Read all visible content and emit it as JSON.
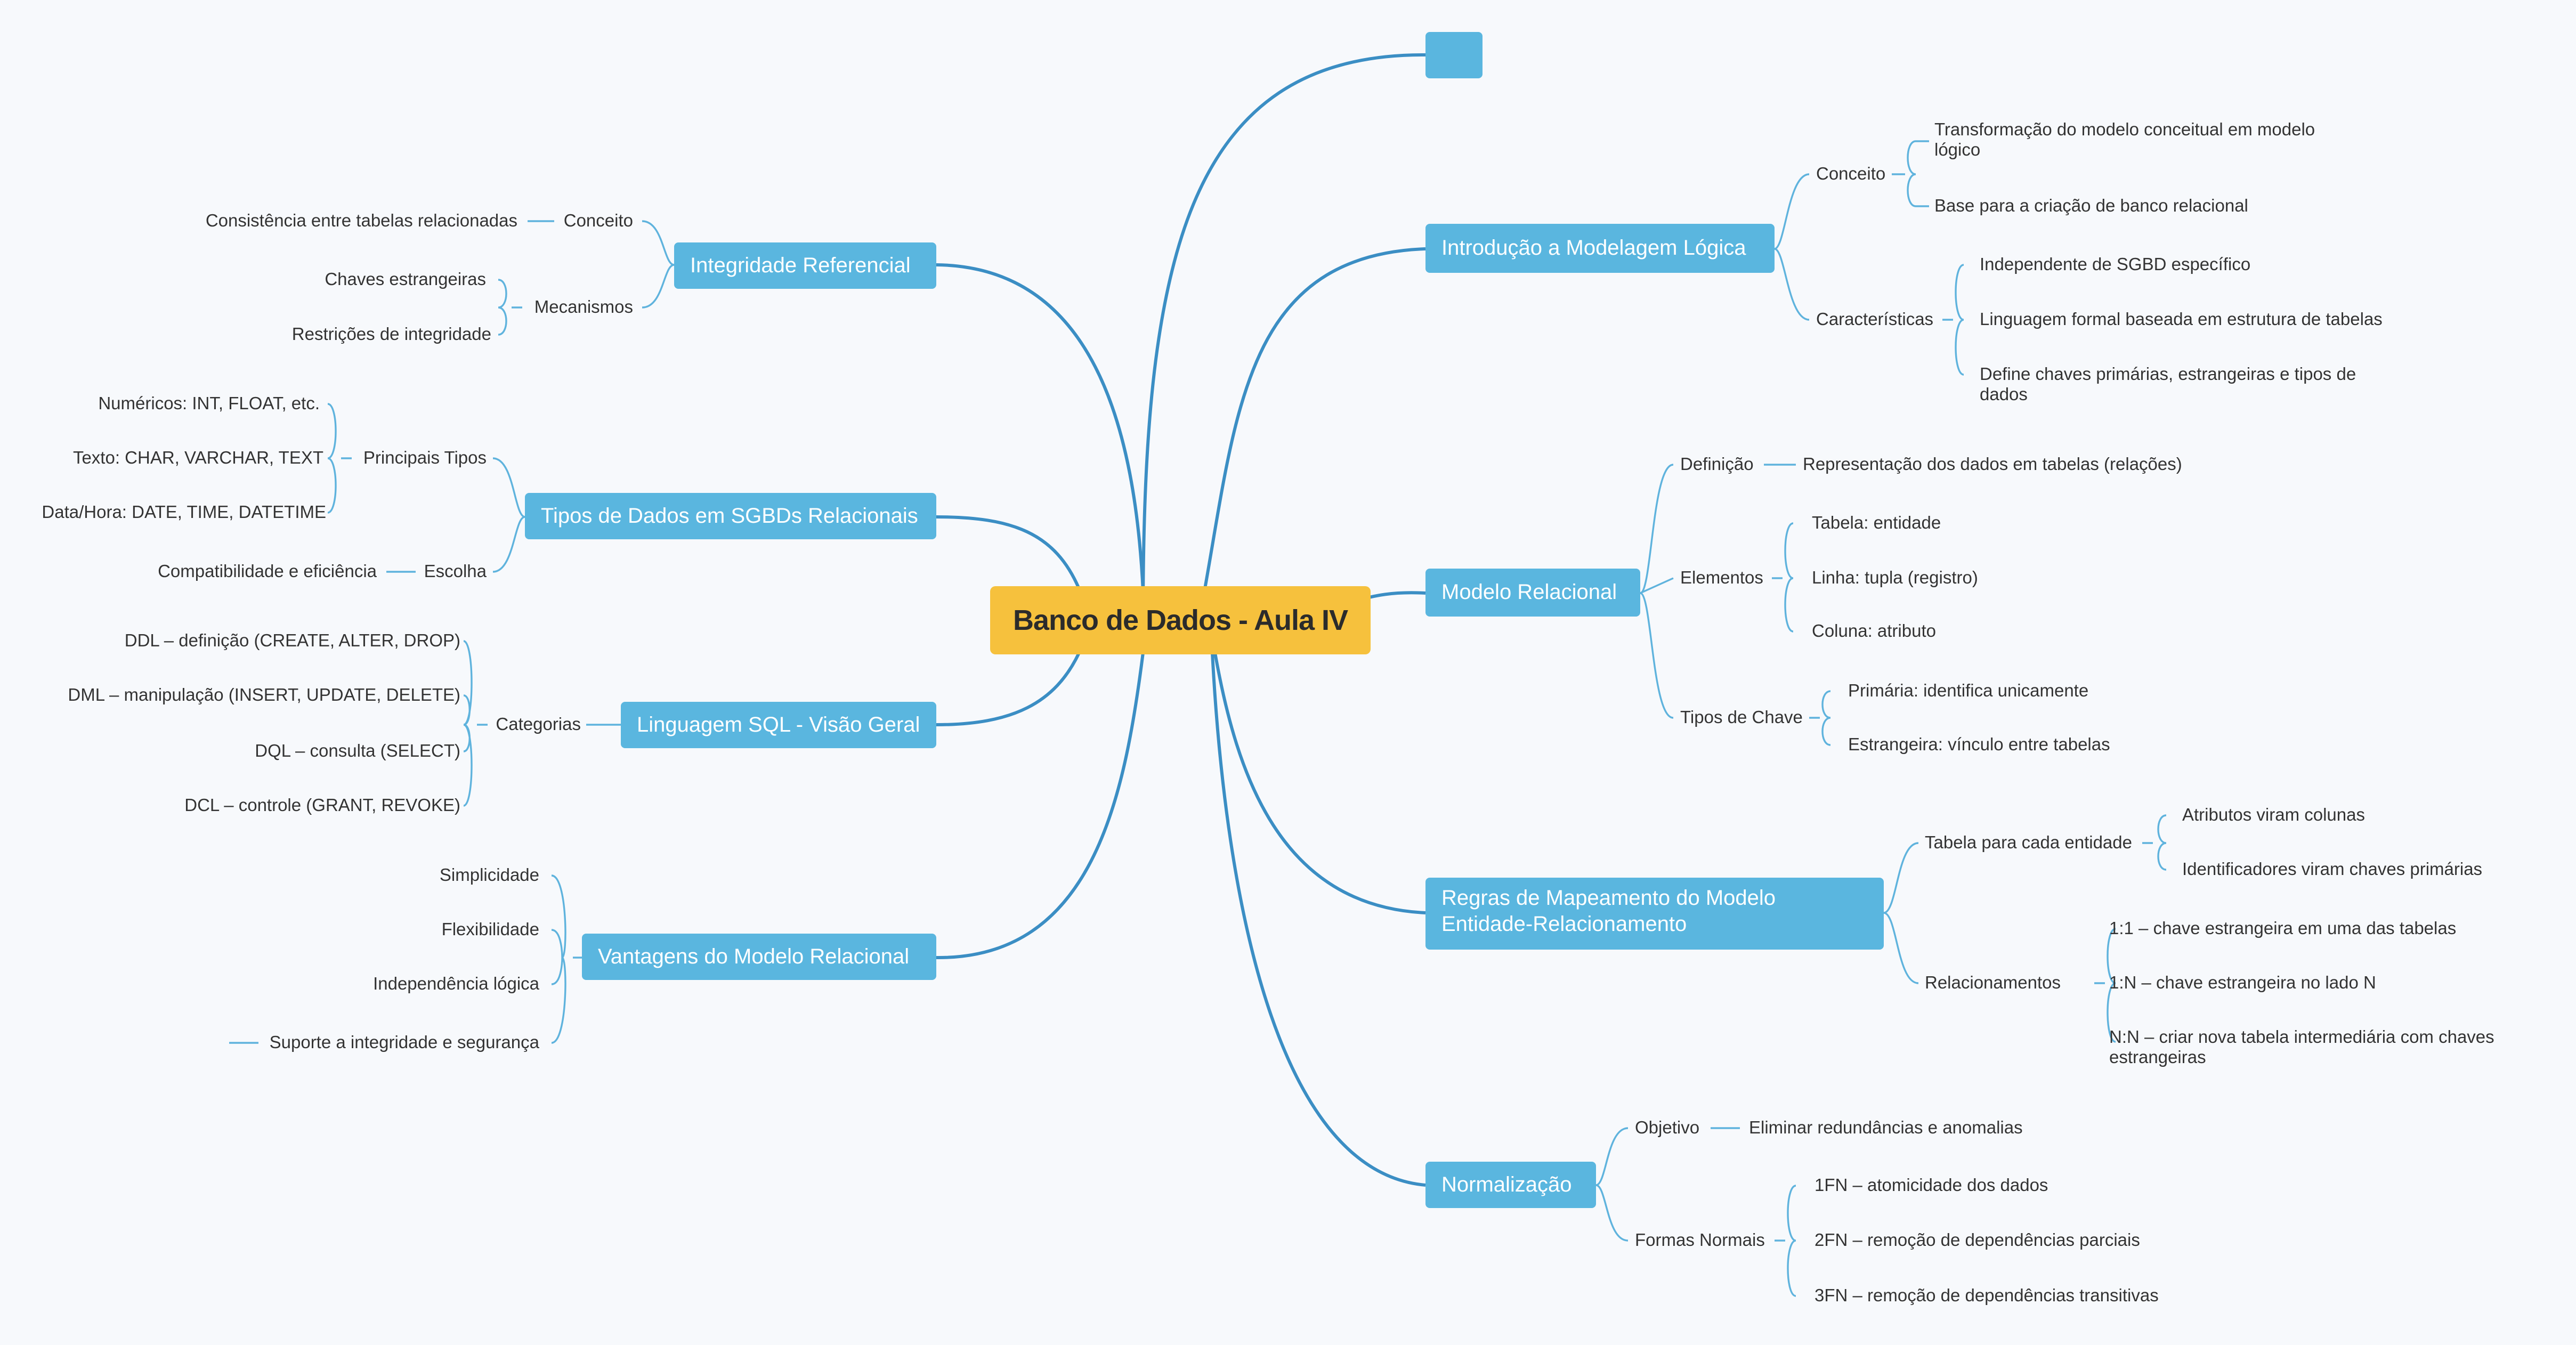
{
  "central": "Banco de Dados - Aula IV",
  "right": {
    "empty_topic": "",
    "intro": {
      "title": "Introdução a Modelagem Lógica",
      "conceito": "Conceito",
      "conceito_items": [
        "Transformação do modelo conceitual em modelo lógico",
        "Base para a criação de banco relacional"
      ],
      "caracteristicas": "Características",
      "caracteristicas_items": [
        "Independente de SGBD específico",
        "Linguagem formal baseada em estrutura de tabelas",
        "Define chaves primárias, estrangeiras e tipos de dados"
      ]
    },
    "modelo": {
      "title": "Modelo Relacional",
      "definicao": "Definição",
      "definicao_item": "Representação dos dados em tabelas (relações)",
      "elementos": "Elementos",
      "elementos_items": [
        "Tabela: entidade",
        "Linha: tupla (registro)",
        "Coluna: atributo"
      ],
      "tipos_chave": "Tipos de Chave",
      "tipos_chave_items": [
        "Primária: identifica unicamente",
        "Estrangeira: vínculo entre tabelas"
      ]
    },
    "regras": {
      "title": "Regras de Mapeamento do Modelo Entidade-Relacionamento",
      "tabela": "Tabela para cada entidade",
      "tabela_items": [
        "Atributos viram colunas",
        "Identificadores viram chaves primárias"
      ],
      "relacionamentos": "Relacionamentos",
      "relacionamentos_items": [
        "1:1 – chave estrangeira em uma das tabelas",
        "1:N – chave estrangeira no lado N",
        "N:N – criar nova tabela intermediária com chaves estrangeiras"
      ]
    },
    "normalizacao": {
      "title": "Normalização",
      "objetivo": "Objetivo",
      "objetivo_item": "Eliminar redundâncias e anomalias",
      "formas": "Formas Normais",
      "formas_items": [
        "1FN – atomicidade dos dados",
        "2FN – remoção de dependências parciais",
        "3FN – remoção de dependências transitivas"
      ]
    }
  },
  "left": {
    "integridade": {
      "title": "Integridade Referencial",
      "conceito": "Conceito",
      "conceito_item": "Consistência entre tabelas relacionadas",
      "mecanismos": "Mecanismos",
      "mecanismos_items": [
        "Chaves estrangeiras",
        "Restrições de integridade"
      ]
    },
    "tipos": {
      "title": "Tipos de Dados em SGBDs Relacionais",
      "principais": "Principais Tipos",
      "principais_items": [
        "Numéricos: INT, FLOAT, etc.",
        "Texto: CHAR, VARCHAR, TEXT",
        "Data/Hora: DATE, TIME, DATETIME"
      ],
      "escolha": "Escolha",
      "escolha_item": "Compatibilidade e eficiência"
    },
    "sql": {
      "title": "Linguagem SQL - Visão Geral",
      "categorias": "Categorias",
      "categorias_items": [
        "DDL – definição (CREATE, ALTER, DROP)",
        "DML – manipulação (INSERT, UPDATE, DELETE)",
        "DQL – consulta (SELECT)",
        "DCL – controle (GRANT, REVOKE)"
      ]
    },
    "vantagens": {
      "title": "Vantagens do Modelo Relacional",
      "items": [
        "Simplicidade",
        "Flexibilidade",
        "Independência lógica",
        "Suporte a integridade e segurança"
      ]
    }
  },
  "colors": {
    "background": "#f7f9fc",
    "central": "#f6c13d",
    "topic": "#5ab6df",
    "connector": "#3b8ec4"
  }
}
